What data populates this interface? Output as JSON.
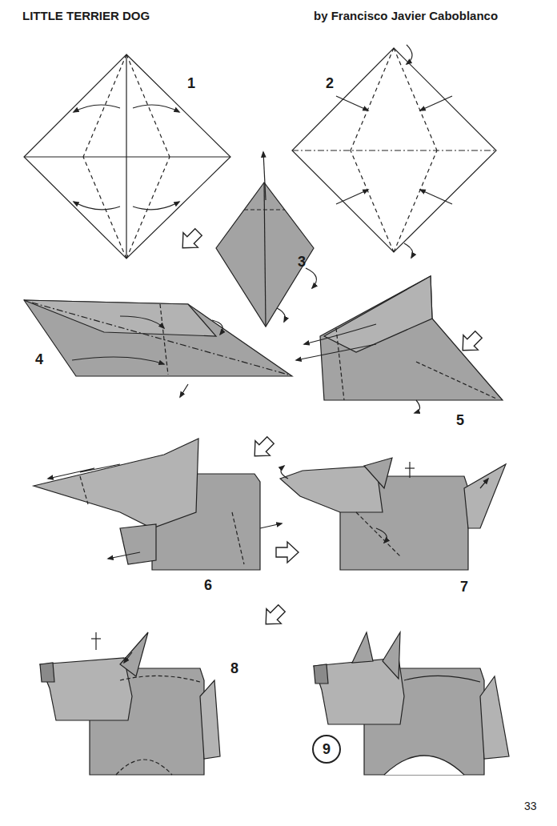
{
  "diagram": {
    "title": "LITTLE TERRIER DOG",
    "nodes": [
      {
        "text": [
          "9"
        ]
      }
    ],
    "labels": [
      "by Francisco Javier Caboblanco",
      "1",
      "2",
      "3",
      "4",
      "5",
      "6",
      "7",
      "8",
      "33"
    ]
  }
}
